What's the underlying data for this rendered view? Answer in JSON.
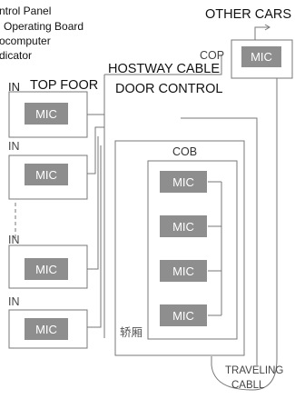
{
  "legend": [
    "ntrol Panel",
    "Operating Board",
    "ocomputer",
    "dicator"
  ],
  "labels": {
    "other_cars": "OTHER CARS",
    "cop": "COP",
    "hostway_cable": "HOSTWAY CABLE",
    "door_control": "DOOR CONTROL",
    "top_floor": "TOP FOOR",
    "cob": "COB",
    "car_cn": "轿厢",
    "traveling_1": "TRAVELING",
    "traveling_2": "CABLL"
  },
  "in_label": "IN",
  "mic_label": "MIC",
  "colors": {
    "mic_fill": "#8e8e8e",
    "line": "#777777"
  }
}
